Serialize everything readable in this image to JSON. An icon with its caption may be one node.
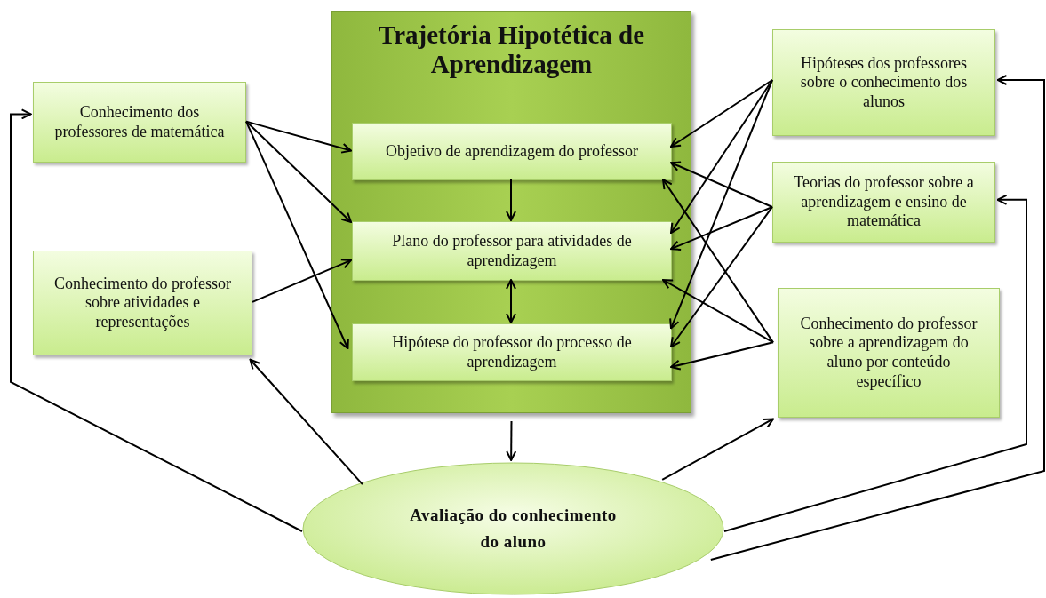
{
  "diagram": {
    "nodes": [
      {
        "text": [
          "Trajetória Hipotética de Aprendizagem"
        ]
      },
      {
        "text": [
          "Objetivo de aprendizagem do professor"
        ],
        "in": 0
      },
      {
        "text": [
          "Plano do professor para atividades de aprendizagem"
        ],
        "in": 0
      },
      {
        "text": [
          "Hipótese do professor do processo de aprendizagem"
        ],
        "in": 0
      },
      {
        "text": [
          "Conhecimento dos professores de matemática"
        ]
      },
      {
        "text": [
          "Conhecimento do professor sobre atividades e representações"
        ]
      },
      {
        "text": [
          "Hipóteses dos professores sobre o conhecimento dos alunos"
        ]
      },
      {
        "text": [
          "Teorias do professor sobre a aprendizagem e ensino de matemática"
        ]
      },
      {
        "text": [
          "Conhecimento do professor sobre a aprendizagem do aluno por conteúdo específico"
        ]
      },
      {
        "text": [
          "Avaliação do conhecimento do aluno"
        ]
      }
    ],
    "edges": [
      {
        "from": 4,
        "to": 1,
        "arrow": "to"
      },
      {
        "from": 4,
        "to": 2,
        "arrow": "to"
      },
      {
        "from": 4,
        "to": 3,
        "arrow": "to"
      },
      {
        "from": 5,
        "to": 2,
        "arrow": "to"
      },
      {
        "from": 1,
        "to": 2,
        "arrow": "to"
      },
      {
        "from": 2,
        "to": 3,
        "arrow": "both"
      },
      {
        "from": 6,
        "to": 1,
        "arrow": "to"
      },
      {
        "from": 6,
        "to": 2,
        "arrow": "to"
      },
      {
        "from": 6,
        "to": 3,
        "arrow": "to"
      },
      {
        "from": 7,
        "to": 1,
        "arrow": "to"
      },
      {
        "from": 7,
        "to": 2,
        "arrow": "to"
      },
      {
        "from": 7,
        "to": 3,
        "arrow": "to"
      },
      {
        "from": 8,
        "to": 1,
        "arrow": "to"
      },
      {
        "from": 8,
        "to": 2,
        "arrow": "to"
      },
      {
        "from": 8,
        "to": 3,
        "arrow": "to"
      },
      {
        "from": 0,
        "to": 9,
        "arrow": "to"
      },
      {
        "from": 9,
        "to": 5,
        "arrow": "to"
      },
      {
        "from": 9,
        "to": 8,
        "arrow": "to"
      },
      {
        "from": 9,
        "to": 4,
        "arrow": "to"
      },
      {
        "from": 9,
        "to": 7,
        "arrow": "to"
      },
      {
        "from": 9,
        "to": 6,
        "arrow": "to"
      }
    ]
  }
}
